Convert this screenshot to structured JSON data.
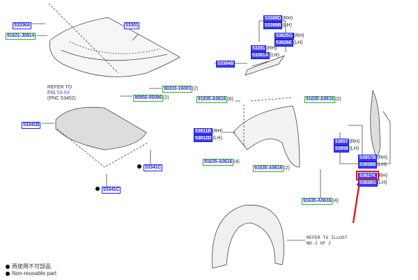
{
  "colors": {
    "part_blue": "#3b3bff",
    "fastener_green": "#22b022",
    "highlight_red": "#e8141b"
  },
  "hood": {
    "part": "53301",
    "hinge": "53336A",
    "hinge_bolt": "91621-J0814",
    "bolt1": "90333-16003",
    "bolt1_qty": "(2)",
    "bolt2": "90950-05096",
    "bolt2_qty": "(2)",
    "refer": {
      "line1": "REFER TO",
      "line2_prefix": "FIG ",
      "fig": "53-54",
      "line3": "(PNC 53452)"
    }
  },
  "insulator": {
    "part": "53341B",
    "clip1": "53341C",
    "clip2": "53341C"
  },
  "cowl": {
    "a_rh": "53388D",
    "a_lh": "53389B",
    "b_rh": "53825G",
    "b_lh": "53826E",
    "c_rh": "53381",
    "c_lh": "53381A",
    "clip": "53384B",
    "rh": "(RH)",
    "lh": "(LH)"
  },
  "fender": {
    "rh": "53811B",
    "lh": "53812D",
    "bolts": [
      {
        "pn": "91635-A0616",
        "qty": "(6)"
      },
      {
        "pn": "91635-A0616",
        "qty": "(2)"
      },
      {
        "pn": "91635-A0616",
        "qty": "(4)"
      },
      {
        "pn": "91635-A0616",
        "qty": "(2)"
      },
      {
        "pn": "91635-A0616",
        "qty": "(4)"
      }
    ]
  },
  "bracket": {
    "a_rh": "53857",
    "a_lh": "53858",
    "b_rh": "53857B",
    "b_lh": "53858B",
    "c_rh": "53827K",
    "c_lh": "53828G"
  },
  "liner": {
    "refer_line1": "REFER TO ILLUST",
    "refer_line2": "NO.2 OF 2"
  },
  "legend": {
    "jp": "再使用不可部品",
    "en": "Non-reusable part"
  }
}
